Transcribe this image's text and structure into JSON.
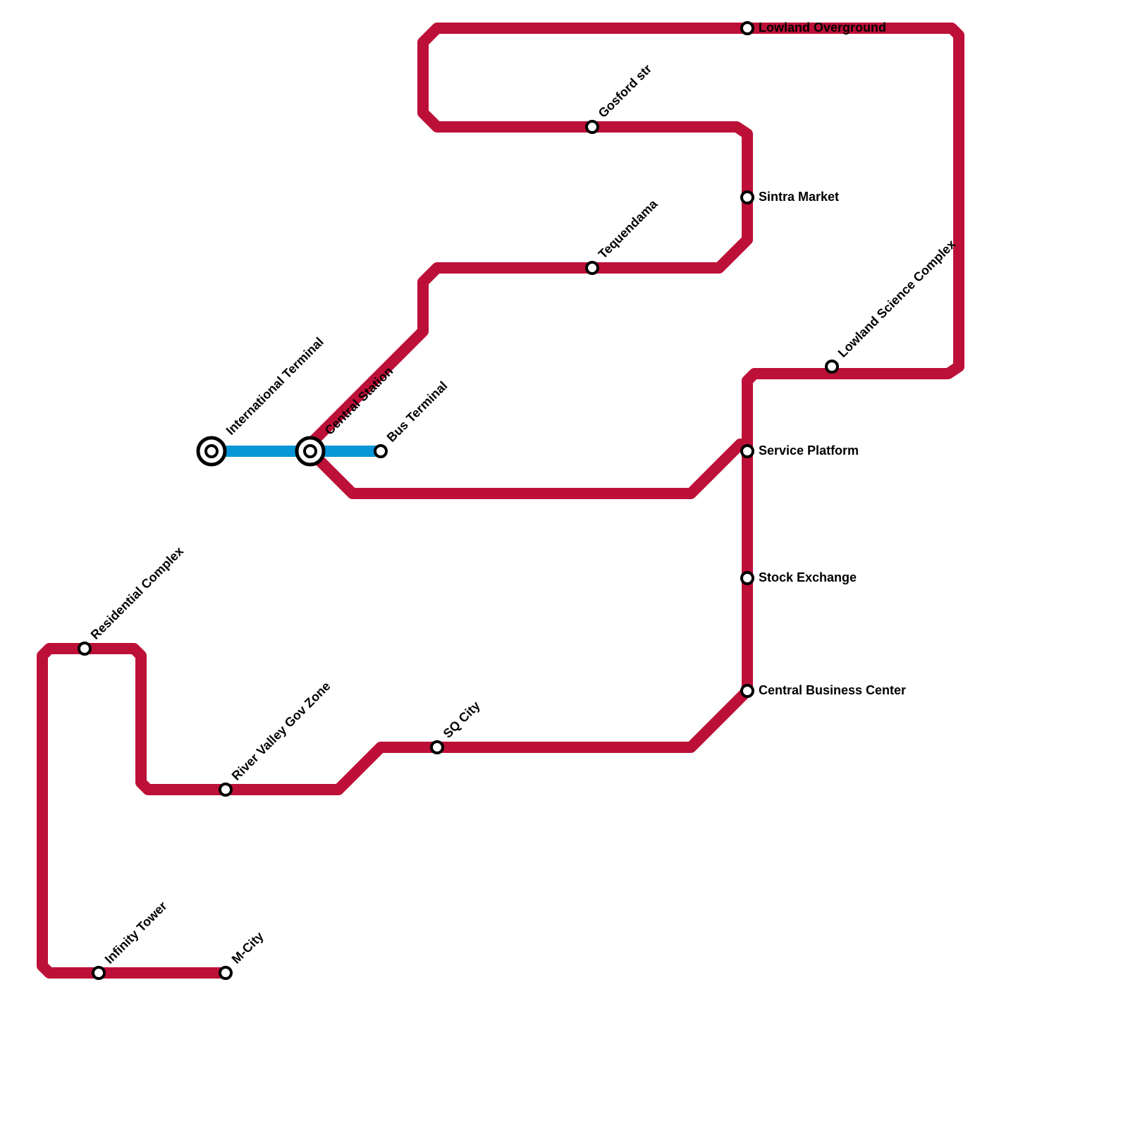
{
  "lines": [
    {
      "name": "",
      "color": "#BD1038"
    },
    {
      "name": "",
      "color": "#0896D7"
    }
  ],
  "stations": [
    {
      "id": "lowland-overground",
      "label": "Lowland Overground"
    },
    {
      "id": "gosford-str",
      "label": "Gosford str"
    },
    {
      "id": "sintra-market",
      "label": "Sintra Market"
    },
    {
      "id": "tequendama",
      "label": "Tequendama"
    },
    {
      "id": "lowland-science-complex",
      "label": "Lowland Science Complex"
    },
    {
      "id": "international-terminal",
      "label": "International Terminal",
      "interchange": true
    },
    {
      "id": "central-station",
      "label": "Central Station",
      "interchange": true
    },
    {
      "id": "bus-terminal",
      "label": "Bus Terminal"
    },
    {
      "id": "service-platform",
      "label": "Service Platform"
    },
    {
      "id": "stock-exchange",
      "label": "Stock Exchange"
    },
    {
      "id": "residential-complex",
      "label": "Residential Complex"
    },
    {
      "id": "central-business-center",
      "label": "Central Business Center"
    },
    {
      "id": "sq-city",
      "label": "SQ City"
    },
    {
      "id": "river-valley-gov-zone",
      "label": "River Valley Gov Zone"
    },
    {
      "id": "infinity-tower",
      "label": "Infinity Tower"
    },
    {
      "id": "m-city",
      "label": "M-City"
    }
  ]
}
